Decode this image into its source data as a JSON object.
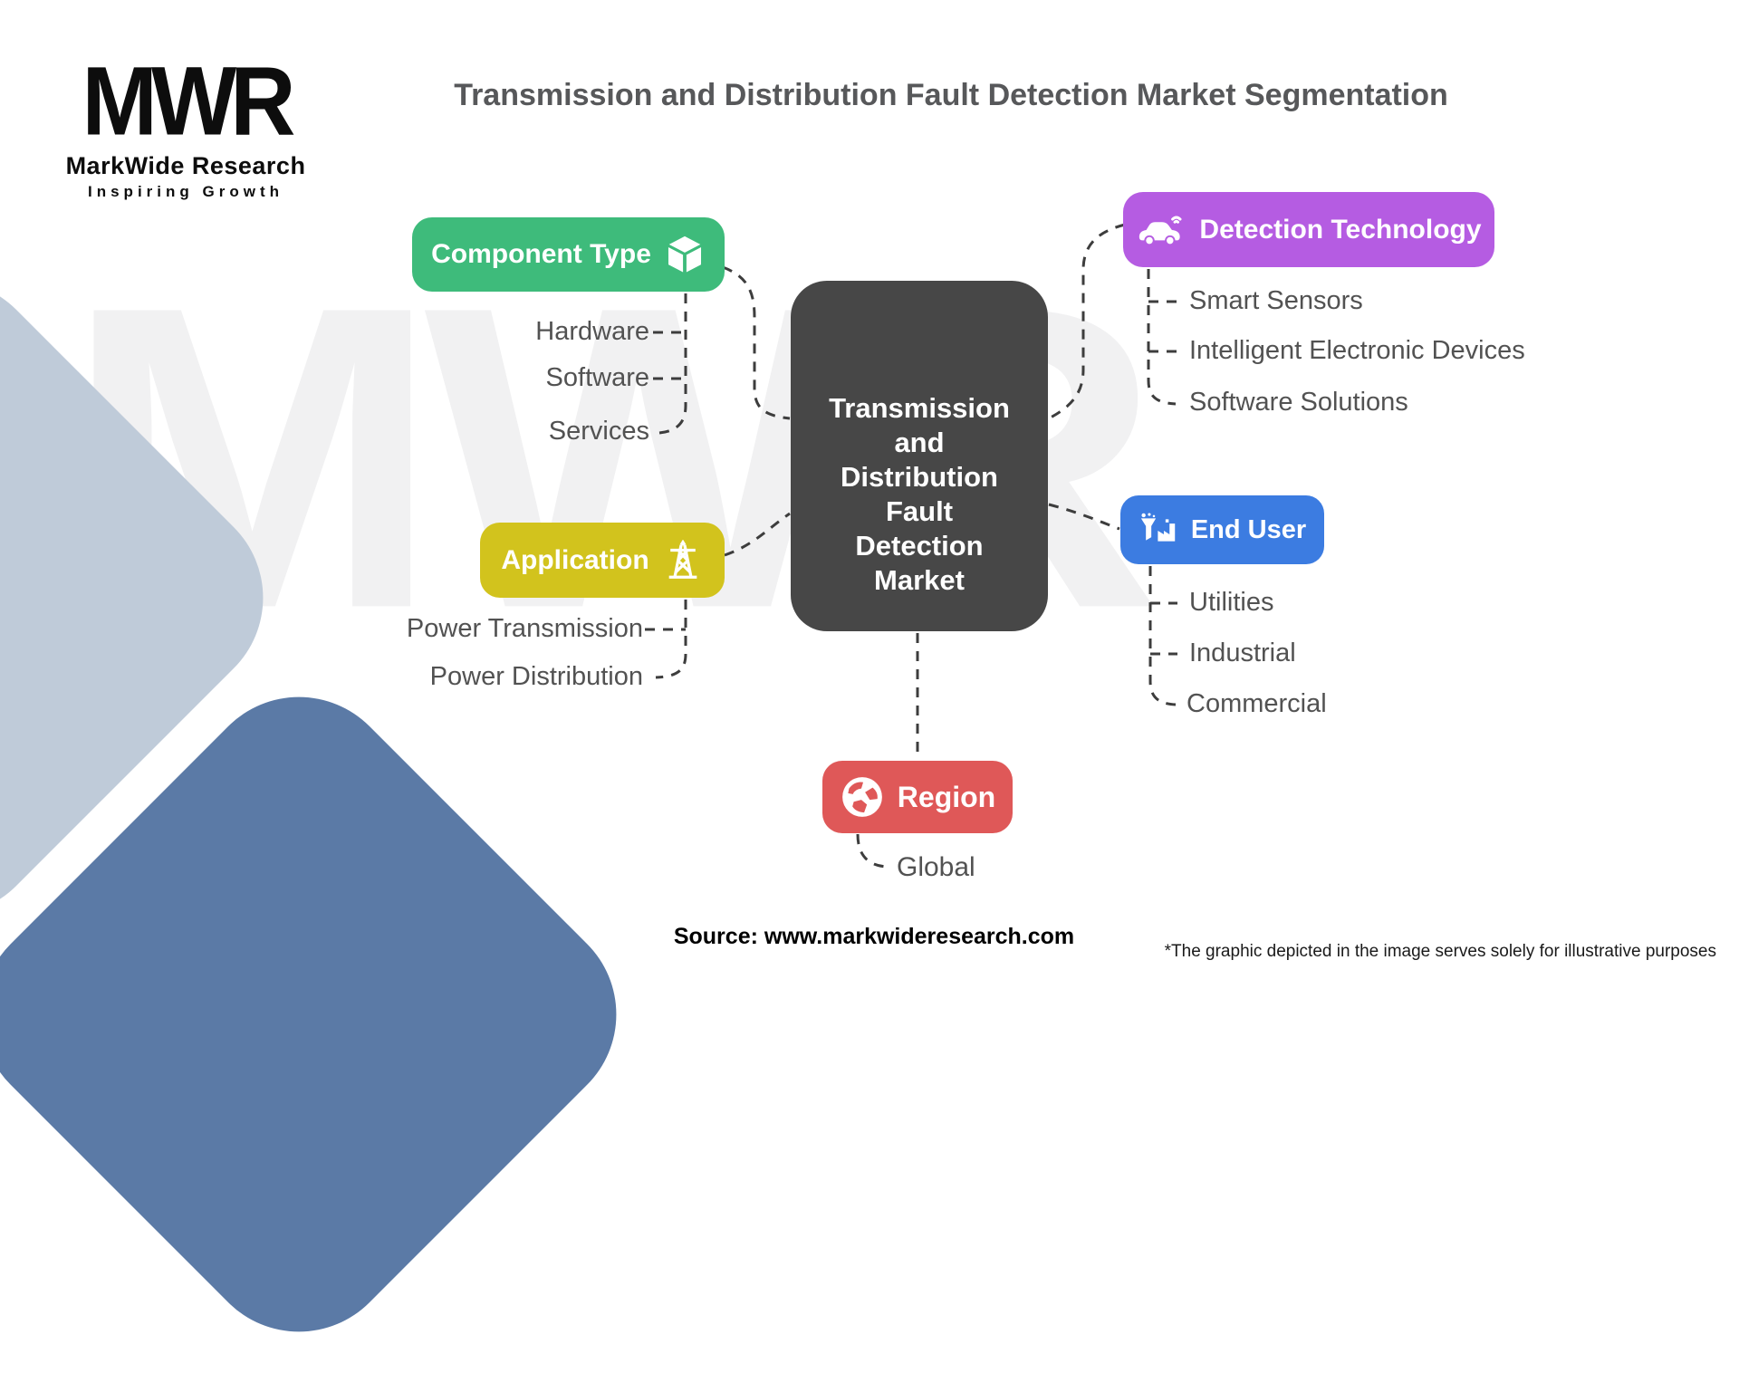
{
  "logo": {
    "mark": "MWR",
    "name": "MarkWide Research",
    "tagline": "Inspiring Growth"
  },
  "title": "Transmission and Distribution Fault Detection Market Segmentation",
  "watermark": "MWR",
  "center": {
    "label": "Transmission and Distribution Fault Detection Market",
    "lines": [
      "Transmission",
      "and",
      "Distribution",
      "Fault",
      "Detection",
      "Market"
    ],
    "color": "#474747"
  },
  "nodes": [
    {
      "id": "component-type",
      "label": "Component Type",
      "color": "#3ebb7b",
      "icon": "cube-icon",
      "children": [
        "Hardware",
        "Software",
        "Services"
      ]
    },
    {
      "id": "application",
      "label": "Application",
      "color": "#d2c31d",
      "icon": "transmission-tower-icon",
      "children": [
        "Power Transmission",
        "Power Distribution"
      ]
    },
    {
      "id": "detection-technology",
      "label": "Detection Technology",
      "color": "#b55ce2",
      "icon": "connected-car-icon",
      "children": [
        "Smart Sensors",
        "Intelligent Electronic Devices",
        "Software Solutions"
      ]
    },
    {
      "id": "end-user",
      "label": "End User",
      "color": "#3c7ce1",
      "icon": "industry-icon",
      "children": [
        "Utilities",
        "Industrial",
        "Commercial"
      ]
    },
    {
      "id": "region",
      "label": "Region",
      "color": "#df5858",
      "icon": "globe-icon",
      "children": [
        "Global"
      ]
    }
  ],
  "connector_color": "#3d3d3d",
  "footer": {
    "source": "Source: www.markwideresearch.com",
    "disclaimer": "*The graphic depicted in the image serves solely for illustrative purposes"
  }
}
